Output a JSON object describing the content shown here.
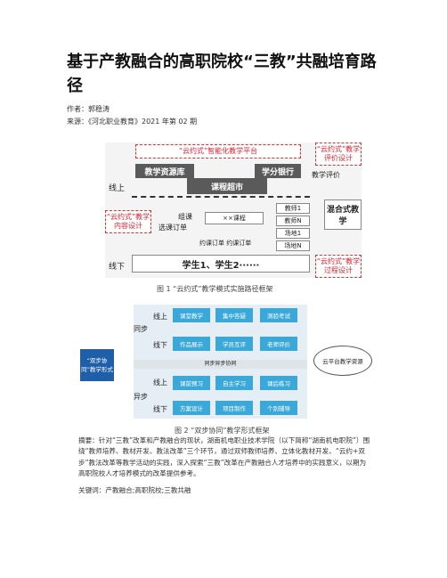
{
  "article": {
    "title": "基于产教融合的高职院校“三教”共融培育路径",
    "author": "作者：郭稳涛",
    "source": "来源：《河北职业教育》2021 年第 02 期",
    "abstract": "摘要：针对“三教”改革和产教融合的现状，湖南机电职业技术学院（以下简称“湖南机电职院”）围绕“教师培养、教材开发、教法改革”三个环节，通过双师教师培养、立体化教材开发、“云约+双步”教法改革等教学活动的实践，深入探索“三教”改革在产教融合人才培养中的实践意义，以期为高职院校人才培养模式的改革提供参考。",
    "keywords": "关键词：产教融合;高职院校;三教共融"
  },
  "figure1": {
    "caption": "图 1 “云约式”教学模式实施路径框架",
    "platform": "“云约式”智能化教学平台",
    "eval_design": "“云约式”教学评价设计",
    "resource_lib": "教学资源库",
    "course_market": "课程超市",
    "credit_bank": "学分银行",
    "teaching_eval": "教学评价",
    "online": "线上",
    "offline": "线下",
    "content_design": "“云约式”教学内容设计",
    "group": "组课",
    "select_order": "选课订单",
    "xx_course": "××课程",
    "teacher1": "教师1",
    "teacherN": "教师N",
    "site1": "场地1",
    "siteN": "场地N",
    "orders": "约课订单  约课订单",
    "mixed": "混合式教学",
    "students": "学生1、学生2······",
    "process_design": "“云约式”教学过程设计"
  },
  "figure2": {
    "caption": "图 2 “双步协同”教学形式框架",
    "left_label": "“双步协同”教学形式",
    "sync": "同步",
    "async": "异步",
    "online": "线上",
    "offline": "线下",
    "sync_online": [
      "课堂教学",
      "集中答疑",
      "测验考试"
    ],
    "sync_offline": [
      "作品展示",
      "学员互评",
      "老师评价"
    ],
    "bar": "同步异步协同",
    "async_online": [
      "课前预习",
      "自主学习",
      "课后练习"
    ],
    "async_offline": [
      "方案设计",
      "项目制作",
      "个别辅导"
    ],
    "cloud": "云平台教学资源"
  }
}
